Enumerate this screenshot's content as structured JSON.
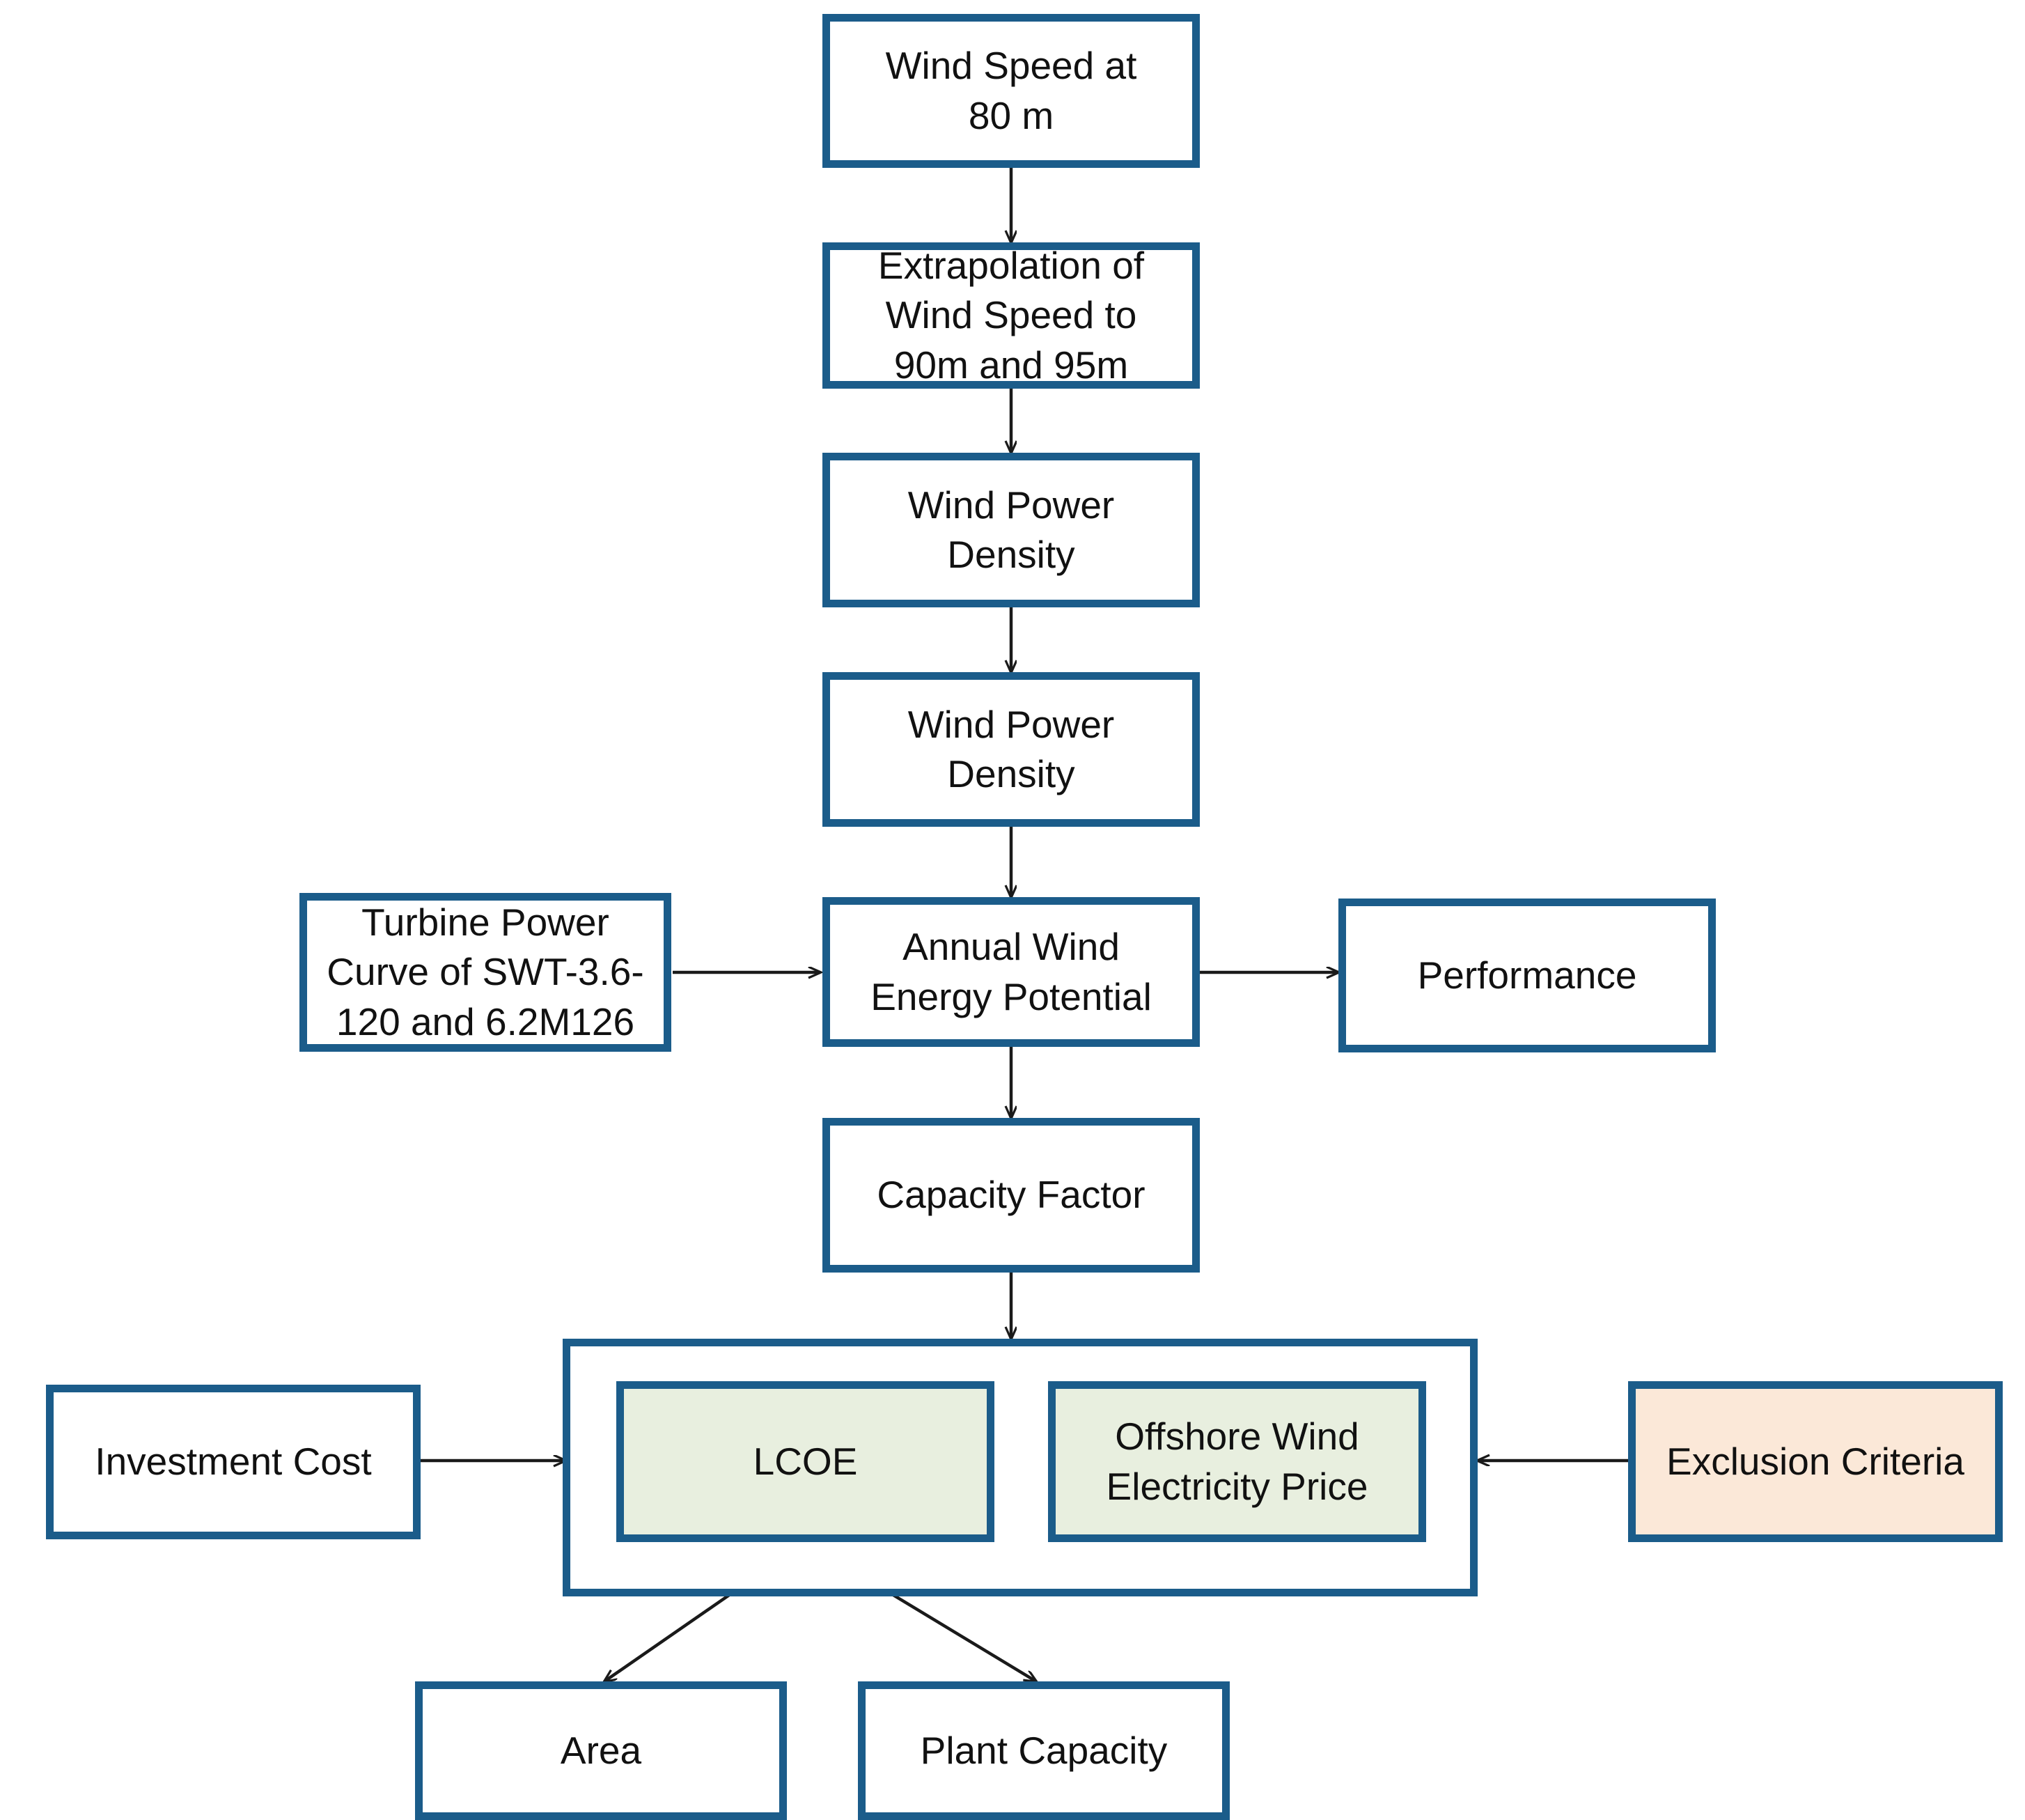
{
  "diagram": {
    "title": "Offshore Wind Energy Assessment Methodology Flowchart",
    "colors": {
      "border": "#1b5c8a",
      "white_fill": "#ffffff",
      "green_fill": "#e8efdf",
      "peach_fill": "#fbe8d8",
      "arrow": "#1a1a1a"
    },
    "nodes": [
      {
        "id": "wind-speed-80m",
        "label": "Wind Speed at\n80 m",
        "fill": "white"
      },
      {
        "id": "extrapolation",
        "label": "Extrapolation of\nWind Speed to\n90m and 95m",
        "fill": "white"
      },
      {
        "id": "wind-power-density-1",
        "label": "Wind Power\nDensity",
        "fill": "white"
      },
      {
        "id": "wind-power-density-2",
        "label": "Wind Power\nDensity",
        "fill": "white"
      },
      {
        "id": "turbine-power-curve",
        "label": "Turbine Power\nCurve of SWT-3.6-\n120 and 6.2M126",
        "fill": "white"
      },
      {
        "id": "annual-wind-energy",
        "label": "Annual Wind\nEnergy Potential",
        "fill": "white"
      },
      {
        "id": "performance",
        "label": "Performance",
        "fill": "white"
      },
      {
        "id": "capacity-factor",
        "label": "Capacity Factor",
        "fill": "white"
      },
      {
        "id": "investment-cost",
        "label": "Investment Cost",
        "fill": "white"
      },
      {
        "id": "economics-group",
        "label": "",
        "fill": "white"
      },
      {
        "id": "lcoe",
        "label": "LCOE",
        "fill": "green"
      },
      {
        "id": "offshore-price",
        "label": "Offshore Wind\nElectricity Price",
        "fill": "green"
      },
      {
        "id": "exclusion-criteria",
        "label": "Exclusion Criteria",
        "fill": "peach"
      },
      {
        "id": "area",
        "label": "Area",
        "fill": "white"
      },
      {
        "id": "plant-capacity",
        "label": "Plant Capacity",
        "fill": "white"
      }
    ],
    "edges": [
      {
        "from": "wind-speed-80m",
        "to": "extrapolation"
      },
      {
        "from": "extrapolation",
        "to": "wind-power-density-1"
      },
      {
        "from": "wind-power-density-1",
        "to": "wind-power-density-2"
      },
      {
        "from": "wind-power-density-2",
        "to": "annual-wind-energy"
      },
      {
        "from": "turbine-power-curve",
        "to": "annual-wind-energy"
      },
      {
        "from": "annual-wind-energy",
        "to": "performance"
      },
      {
        "from": "annual-wind-energy",
        "to": "capacity-factor"
      },
      {
        "from": "capacity-factor",
        "to": "economics-group"
      },
      {
        "from": "investment-cost",
        "to": "economics-group"
      },
      {
        "from": "exclusion-criteria",
        "to": "economics-group"
      },
      {
        "from": "lcoe",
        "to": "area"
      },
      {
        "from": "lcoe",
        "to": "plant-capacity"
      }
    ]
  }
}
